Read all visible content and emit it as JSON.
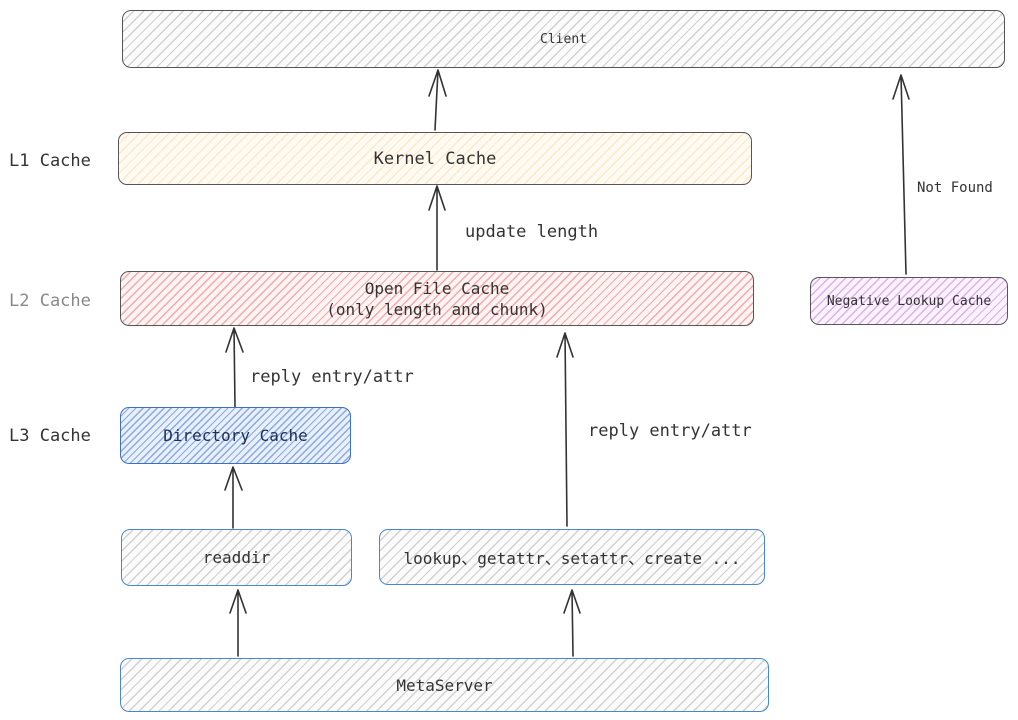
{
  "nodes": {
    "client": "Client",
    "kernel_cache": "Kernel Cache",
    "open_file_cache_line1": "Open File Cache",
    "open_file_cache_line2": "(only length and chunk)",
    "negative_lookup_cache": "Negative Lookup Cache",
    "directory_cache": "Directory Cache",
    "readdir": "readdir",
    "lookup_ops": "lookup、getattr、setattr、create ...",
    "metaserver": "MetaServer"
  },
  "levels": {
    "l1": "L1 Cache",
    "l2": "L2 Cache",
    "l3": "L3 Cache"
  },
  "edges": {
    "update_length": "update length",
    "reply_left": "reply entry/attr",
    "reply_right": "reply entry/attr",
    "not_found": "Not Found"
  },
  "colors": {
    "l2_label": "#888888",
    "negative_border": "#555555"
  }
}
